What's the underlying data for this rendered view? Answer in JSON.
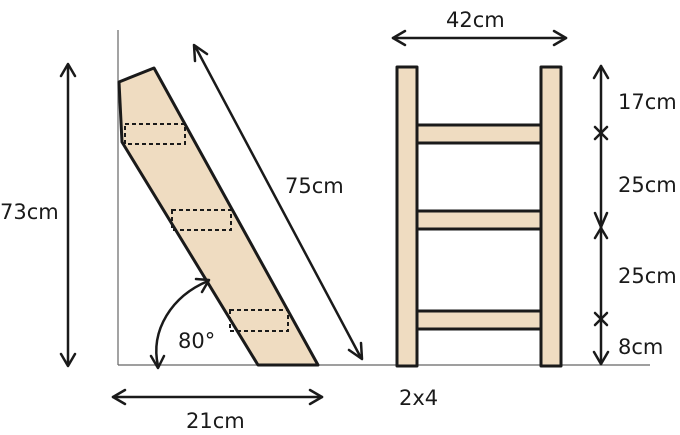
{
  "side_view": {
    "height_label": "73cm",
    "length_label": "75cm",
    "angle_label": "80°",
    "base_label": "21cm"
  },
  "front_view": {
    "width_label": "42cm",
    "spacing_labels": [
      "17cm",
      "25cm",
      "25cm",
      "8cm"
    ],
    "lumber_label": "2x4"
  },
  "colors": {
    "wood": "#efdcc1",
    "line": "#1a1a1a"
  }
}
